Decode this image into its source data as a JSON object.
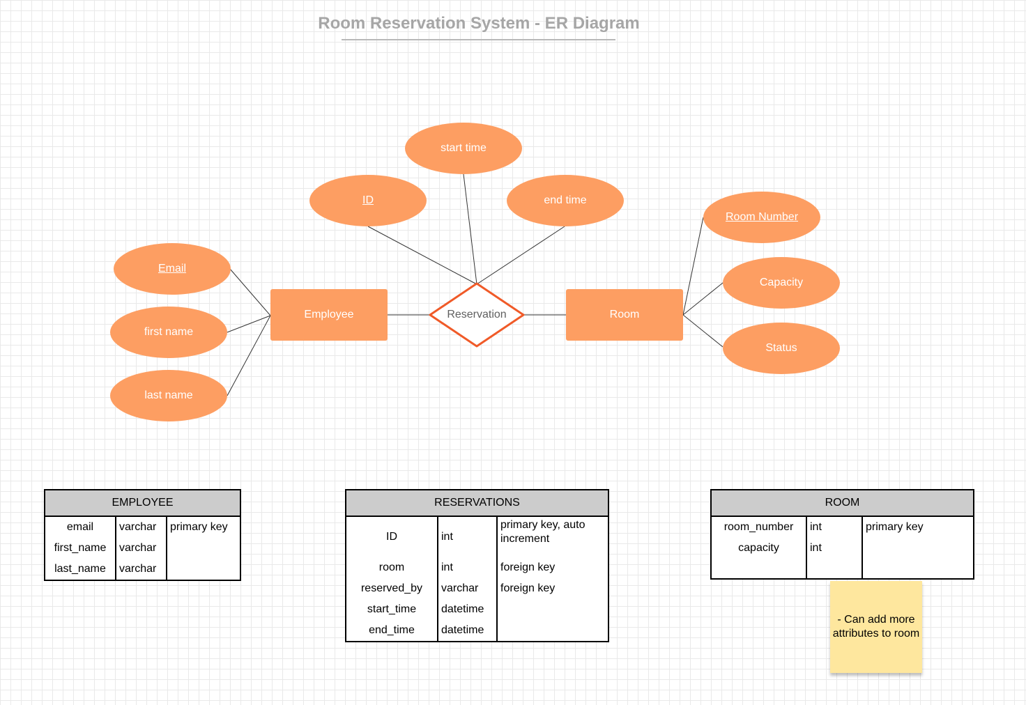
{
  "title": "Room Reservation System - ER Diagram",
  "colors": {
    "attribute_fill": "#fd9e62",
    "entity_fill": "#fd9e62",
    "relationship_stroke": "#f05a28",
    "header_fill": "#cccccc",
    "sticky_fill": "#fee79e"
  },
  "attributes": {
    "start_time": "start time",
    "id": "ID",
    "end_time": "end time",
    "email": "Email",
    "first_name": "first name",
    "last_name": "last name",
    "room_number": "Room Number",
    "capacity": "Capacity",
    "status": "Status"
  },
  "entities": {
    "employee": "Employee",
    "room": "Room"
  },
  "relationship": "Reservation",
  "tables": {
    "employee": {
      "name": "EMPLOYEE",
      "rows": [
        {
          "col": "email",
          "type": "varchar",
          "note": "primary key"
        },
        {
          "col": "first_name",
          "type": "varchar",
          "note": ""
        },
        {
          "col": "last_name",
          "type": "varchar",
          "note": ""
        }
      ]
    },
    "reservations": {
      "name": "RESERVATIONS",
      "rows": [
        {
          "col": "ID",
          "type": "int",
          "note": "primary key, auto increment"
        },
        {
          "col": "room",
          "type": "int",
          "note": "foreign key"
        },
        {
          "col": "reserved_by",
          "type": "varchar",
          "note": "foreign key"
        },
        {
          "col": "start_time",
          "type": "datetime",
          "note": ""
        },
        {
          "col": "end_time",
          "type": "datetime",
          "note": ""
        }
      ]
    },
    "room": {
      "name": "ROOM",
      "rows": [
        {
          "col": "room_number",
          "type": "int",
          "note": "primary key"
        },
        {
          "col": "capacity",
          "type": "int",
          "note": ""
        }
      ]
    }
  },
  "sticky_note": "- Can add more attributes to room"
}
